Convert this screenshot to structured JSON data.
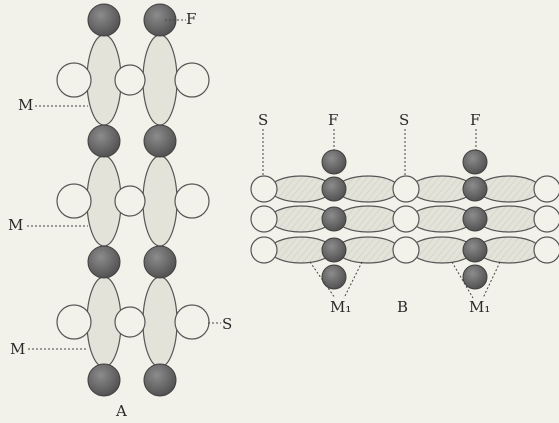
{
  "figure": {
    "labels": {
      "F_A": "F",
      "M_A1": "M",
      "M_A2": "M",
      "M_A3": "M",
      "S_A": "S",
      "A": "A",
      "S_B1": "S",
      "F_B1": "F",
      "S_B2": "S",
      "F_B2": "F",
      "M1_B1": "M₁",
      "B": "B",
      "M1_B2": "M₁"
    },
    "colors": {
      "background": "#f3f2ea",
      "ink": "#555555",
      "dark_sphere": "#6e6e6e",
      "ellipse_fill": "#e4e3da"
    }
  }
}
